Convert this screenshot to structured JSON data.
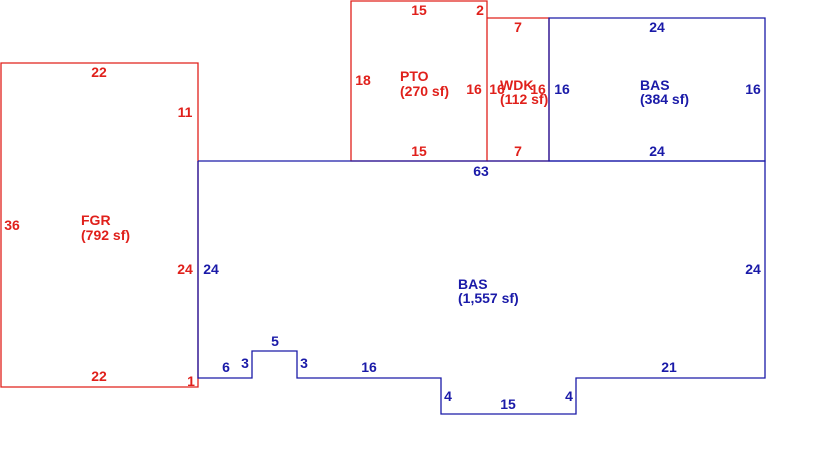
{
  "colors": {
    "red": "#e0201b",
    "blue": "#1a1aa8"
  },
  "areas": {
    "fgr": {
      "code": "FGR",
      "area": "(792 sf)"
    },
    "pto": {
      "code": "PTO",
      "area": "(270 sf)"
    },
    "wdk": {
      "code": "WDK",
      "area": "(112 sf)"
    },
    "bas_upper": {
      "code": "BAS",
      "area": "(384 sf)"
    },
    "bas_main": {
      "code": "BAS",
      "area": "(1,557 sf)"
    }
  },
  "dims": {
    "fgr_top": "22",
    "fgr_left": "36",
    "fgr_right_upper": "11",
    "fgr_right_lower": "24",
    "fgr_bottom": "22",
    "fgr_corner": "1",
    "pto_top": "15",
    "pto_top_step": "2",
    "pto_left": "18",
    "pto_right": "16",
    "pto_bottom": "15",
    "wdk_top": "7",
    "wdk_left": "16",
    "wdk_right": "16",
    "wdk_bottom": "7",
    "basu_top": "24",
    "basu_left": "16",
    "basu_right": "16",
    "basu_bottom": "24",
    "bas_top": "63",
    "bas_left": "24",
    "bas_right": "24",
    "bas_b6": "6",
    "bas_b3a": "3",
    "bas_b5": "5",
    "bas_b3b": "3",
    "bas_b16": "16",
    "bas_b4a": "4",
    "bas_b15": "15",
    "bas_b4b": "4",
    "bas_b21": "21"
  }
}
